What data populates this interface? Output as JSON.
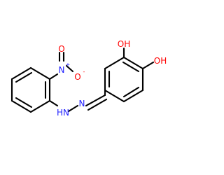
{
  "molecule": {
    "labels": {
      "nitro_n": "N",
      "nitro_n_charge": "+",
      "nitro_o": "O",
      "nitro_o_charge": "-",
      "nitro_o2": "O",
      "nh": "HN",
      "n_imine": "N",
      "oh_top": "OH",
      "oh_right": "OH"
    },
    "colors": {
      "bond": "#000000",
      "nitrogen": "#2222ff",
      "oxygen": "#ff0000",
      "background": "#ffffff"
    }
  }
}
